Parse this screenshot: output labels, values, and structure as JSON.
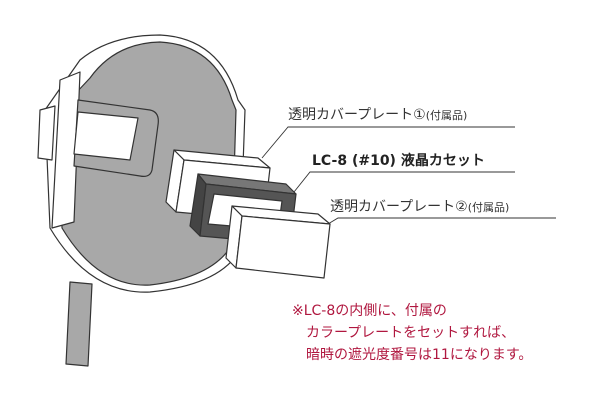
{
  "labels": {
    "cover_plate_1": "透明カバープレート①",
    "cover_plate_1_note": "(付属品)",
    "cassette": "LC-8 (#10) 液晶カセット",
    "cover_plate_2": "透明カバープレート②",
    "cover_plate_2_note": "(付属品)"
  },
  "note": {
    "line1": "※LC-8の内側に、付属の",
    "line2": "カラープレートをセットすれば、",
    "line3": "暗時の遮光度番号は11になります。"
  },
  "colors": {
    "helmet": "#a8a8a8",
    "outline": "#333333",
    "cassette_frame": "#555555",
    "note_text": "#b0173f"
  }
}
